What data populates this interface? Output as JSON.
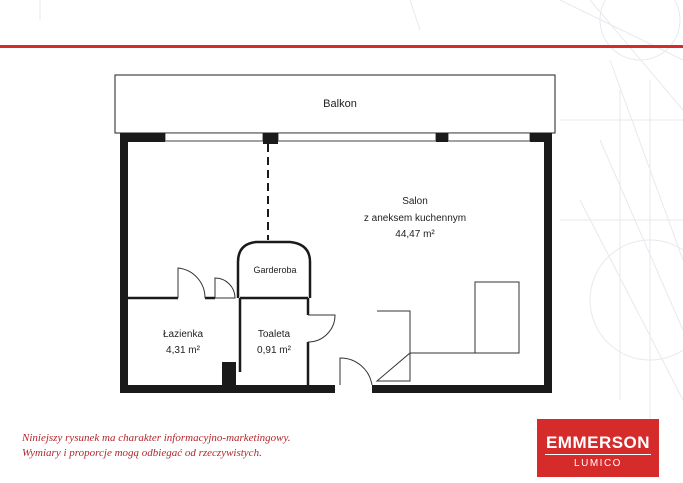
{
  "plan": {
    "rooms": {
      "balcony": {
        "name": "Balkon"
      },
      "living": {
        "name": "Salon",
        "subtitle": "z aneksem kuchennym",
        "area": "44,47 m²"
      },
      "wardrobe": {
        "name": "Garderoba"
      },
      "bathroom": {
        "name": "Łazienka",
        "area": "4,31 m²"
      },
      "toilet": {
        "name": "Toaleta",
        "area": "0,91 m²"
      }
    }
  },
  "disclaimer": {
    "line1": "Niniejszy rysunek ma charakter informacyjno-marketingowy.",
    "line2": "Wymiary i proporcje mogą odbiegać od rzeczywistych."
  },
  "logo": {
    "brand": "EMMERSON",
    "sub": "LUMICO"
  },
  "colors": {
    "accent": "#d52b2b",
    "wall": "#1a1a1a",
    "disclaimer": "#b3262e"
  }
}
